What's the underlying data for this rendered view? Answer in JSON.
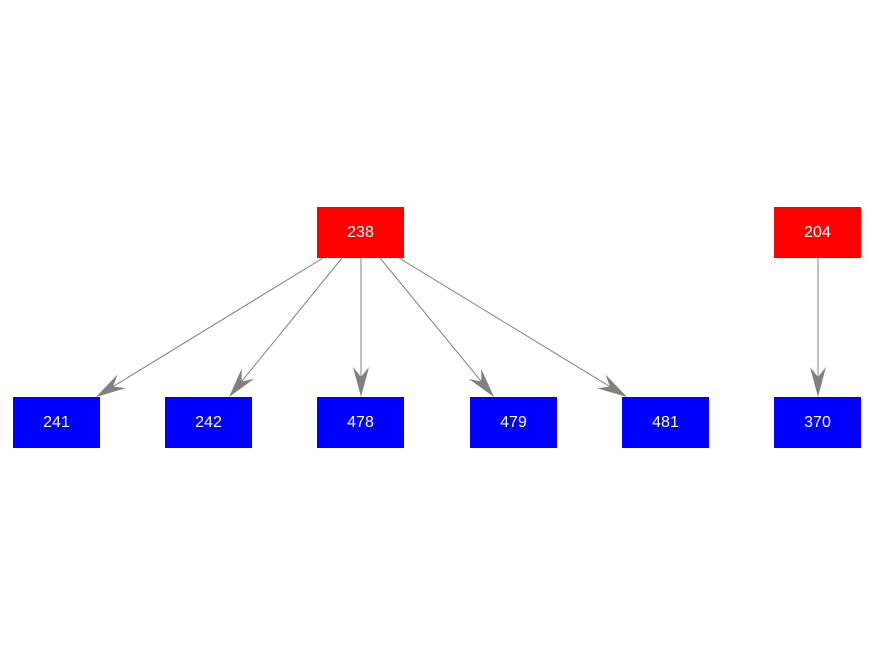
{
  "colors": {
    "parent": "#ff0000",
    "child": "#0000ff",
    "edge": "#808080",
    "label": "#ffffff"
  },
  "nodes": [
    {
      "id": "238",
      "label": "238",
      "role": "parent"
    },
    {
      "id": "204",
      "label": "204",
      "role": "parent"
    },
    {
      "id": "241",
      "label": "241",
      "role": "child"
    },
    {
      "id": "242",
      "label": "242",
      "role": "child"
    },
    {
      "id": "478",
      "label": "478",
      "role": "child"
    },
    {
      "id": "479",
      "label": "479",
      "role": "child"
    },
    {
      "id": "481",
      "label": "481",
      "role": "child"
    },
    {
      "id": "370",
      "label": "370",
      "role": "child"
    }
  ],
  "edges": [
    {
      "from": "238",
      "to": "241"
    },
    {
      "from": "238",
      "to": "242"
    },
    {
      "from": "238",
      "to": "478"
    },
    {
      "from": "238",
      "to": "479"
    },
    {
      "from": "238",
      "to": "481"
    },
    {
      "from": "204",
      "to": "370"
    }
  ]
}
